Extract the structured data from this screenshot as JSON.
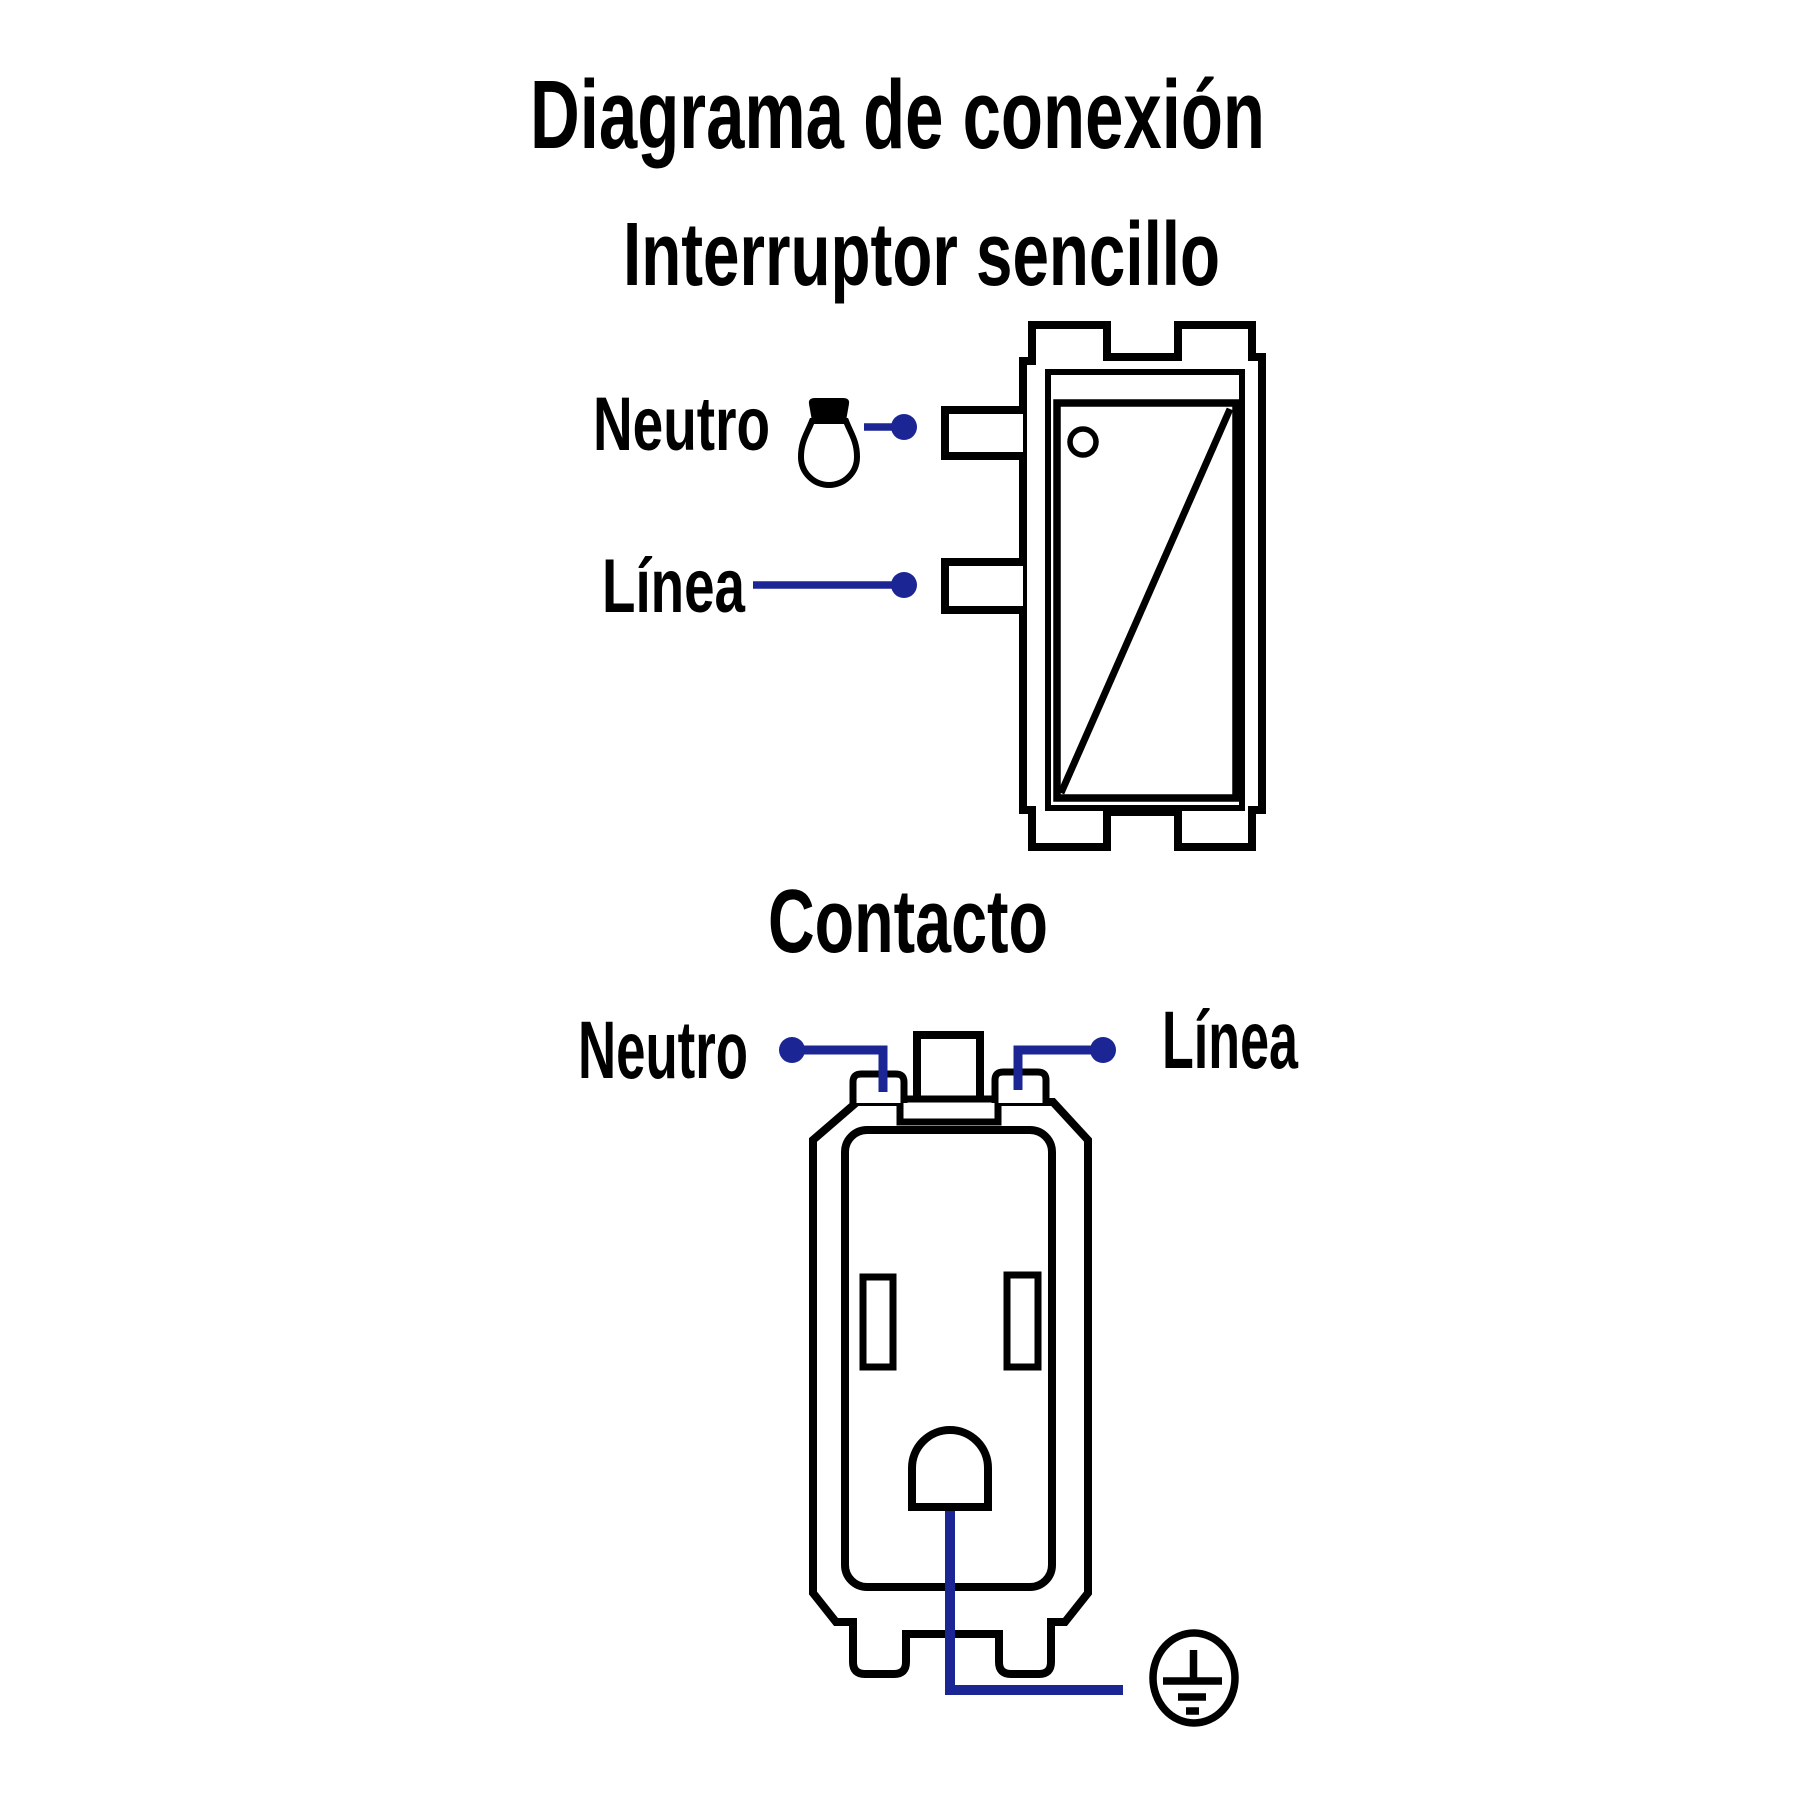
{
  "page": {
    "title": "Diagrama de conexión"
  },
  "sections": {
    "switch": {
      "heading": "Interruptor sencillo",
      "neutral_label": "Neutro",
      "line_label": "Línea"
    },
    "outlet": {
      "heading": "Contacto",
      "neutral_label": "Neutro",
      "line_label": "Línea"
    }
  },
  "colors": {
    "wire_blue": "#1b2594",
    "ink": "#000000",
    "background": "#ffffff"
  },
  "icons": {
    "bulb": "light-bulb-icon",
    "ground": "earth-ground-icon"
  }
}
